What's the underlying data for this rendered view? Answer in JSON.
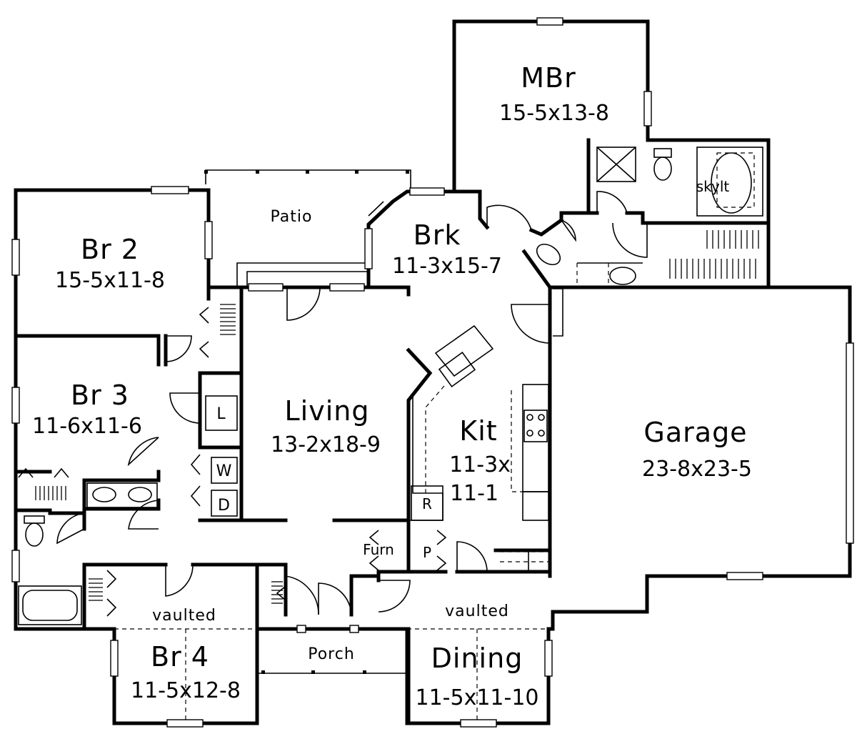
{
  "rooms": {
    "mbr": {
      "name": "MBr",
      "size": "15-5x13-8"
    },
    "br2": {
      "name": "Br 2",
      "size": "15-5x11-8"
    },
    "br3": {
      "name": "Br 3",
      "size": "11-6x11-6"
    },
    "br4": {
      "name": "Br 4",
      "size": "11-5x12-8",
      "note": "vaulted"
    },
    "brk": {
      "name": "Brk",
      "size": "11-3x15-7"
    },
    "living": {
      "name": "Living",
      "size": "13-2x18-9"
    },
    "kit": {
      "name": "Kit",
      "size_line1": "11-3x",
      "size_line2": "11-1"
    },
    "garage": {
      "name": "Garage",
      "size": "23-8x23-5"
    },
    "dining": {
      "name": "Dining",
      "size": "11-5x11-10",
      "note": "vaulted"
    },
    "patio": {
      "name": "Patio"
    },
    "porch": {
      "name": "Porch"
    }
  },
  "fixtures": {
    "skylight": "skylt",
    "linen": "L",
    "washer": "W",
    "dryer": "D",
    "furnace": "Furn",
    "pantry": "P",
    "refrigerator": "R"
  }
}
